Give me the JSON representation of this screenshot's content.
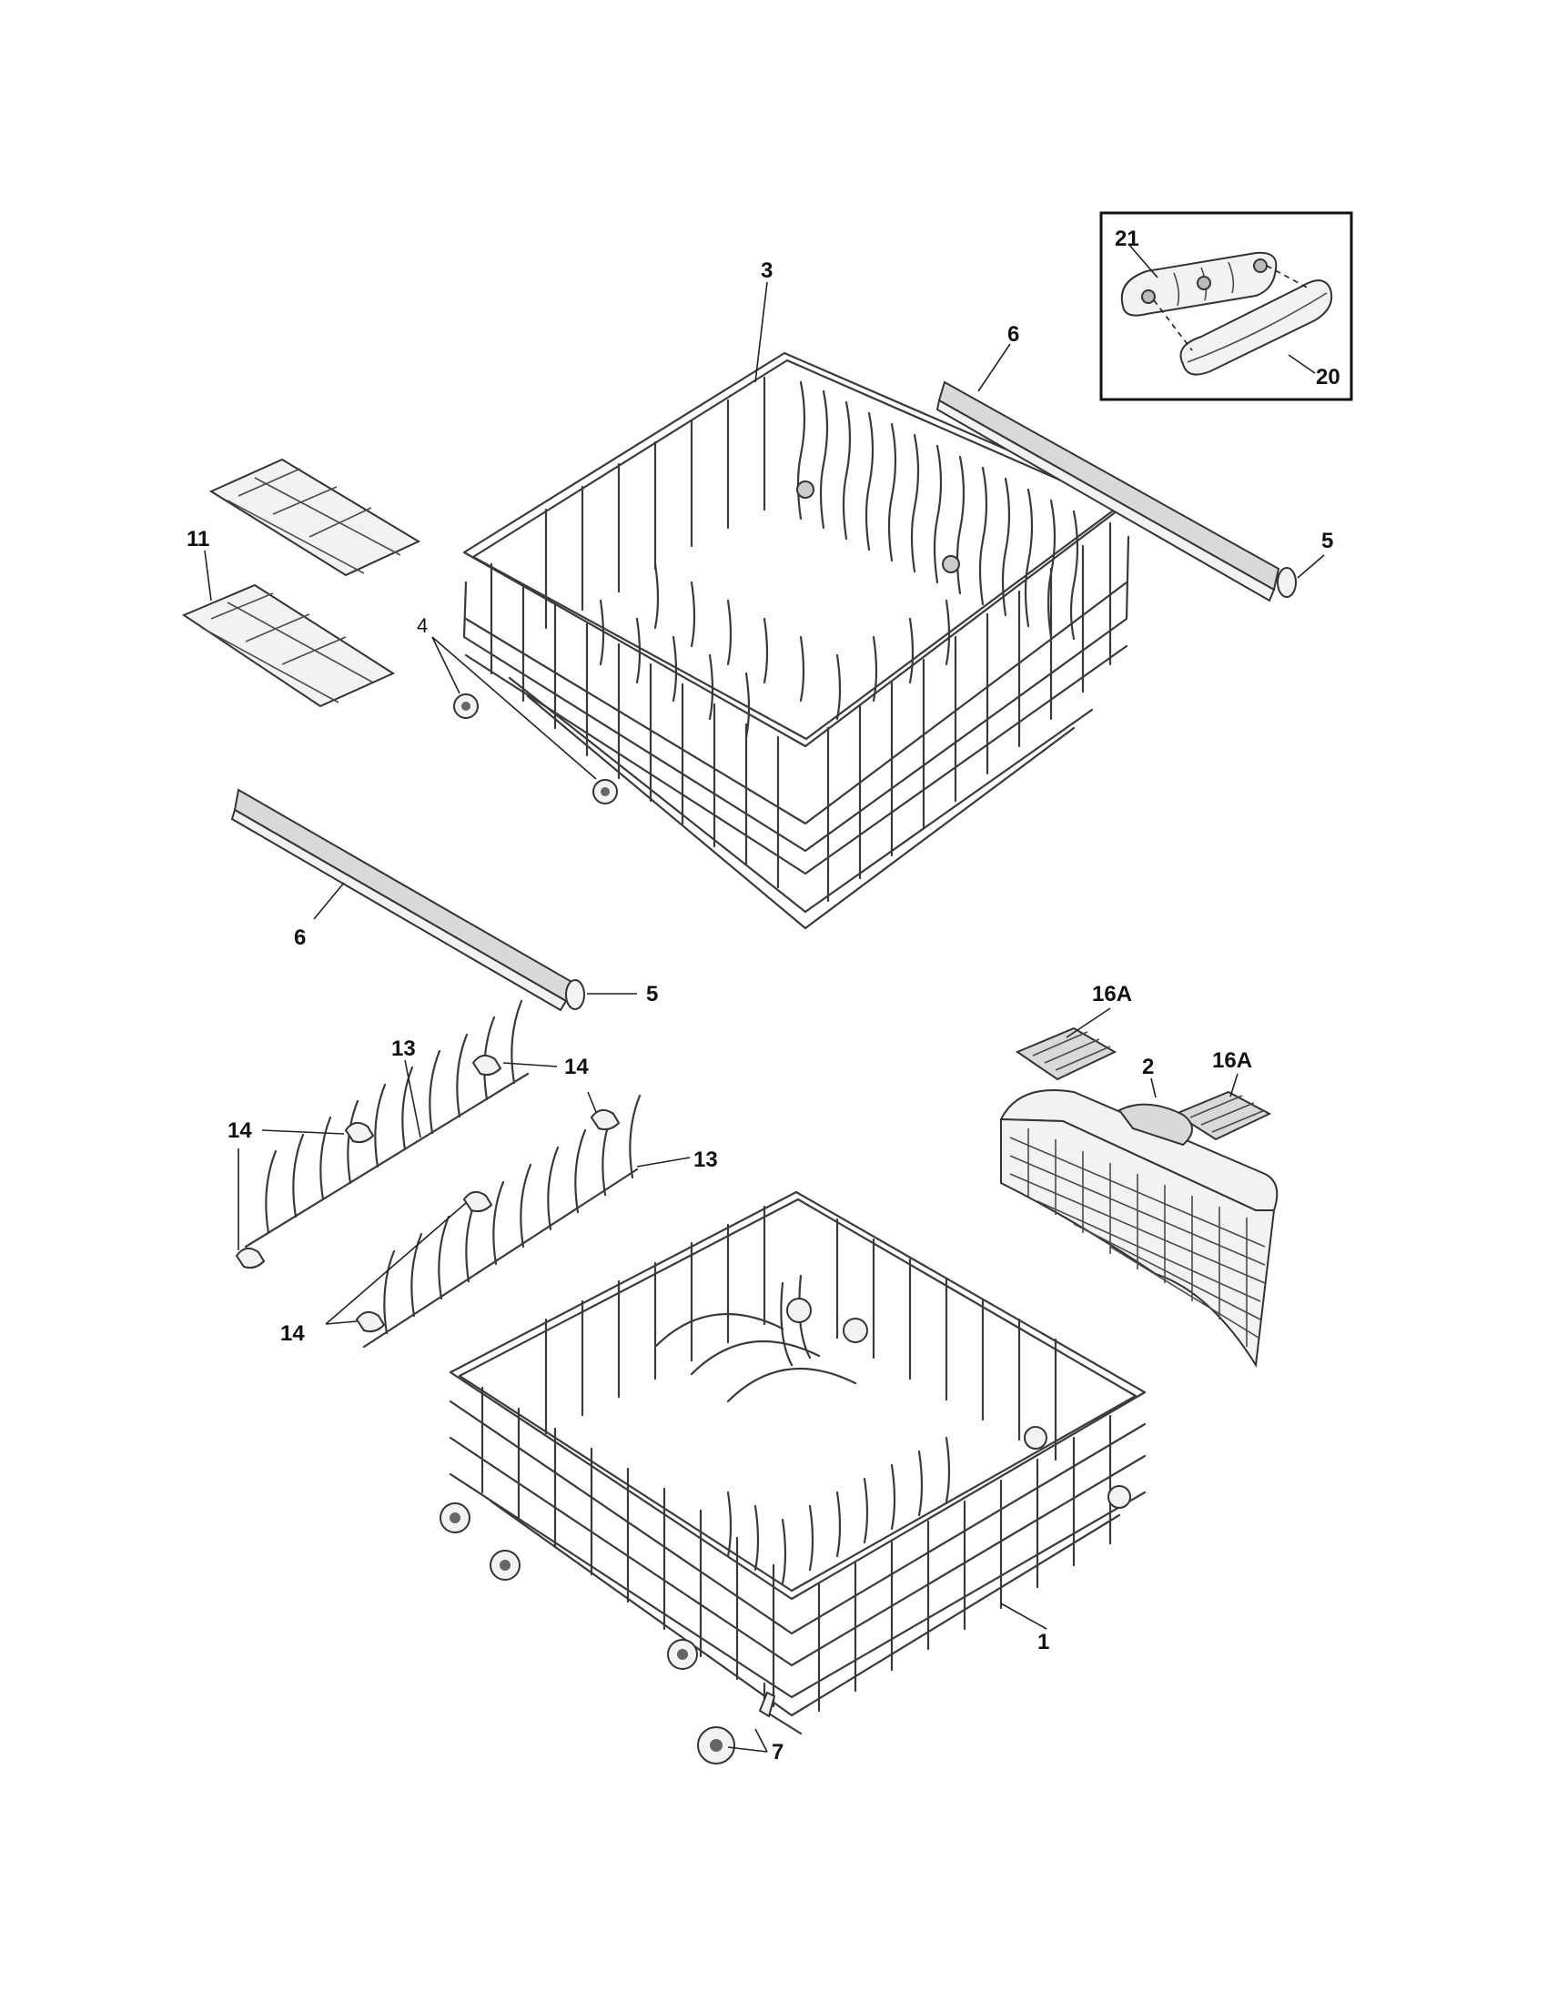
{
  "labels": {
    "upper_rack": "3",
    "track_top": "6",
    "track_bottom": "6",
    "end_cap_top": "5",
    "end_cap_bottom": "5",
    "shelf": "11",
    "roller": "4",
    "handle_base": "21",
    "handle_cover": "20",
    "tine_row_a": "13",
    "tine_row_b": "13",
    "clip_a": "14",
    "clip_b": "14",
    "clip_c": "14",
    "clip_d": "14",
    "basket_lid_a": "16A",
    "basket_lid_b": "16A",
    "basket": "2",
    "lower_rack": "1",
    "wheel": "7"
  },
  "icons": {
    "upper_rack": "wire-rack-icon",
    "lower_rack": "wire-rack-icon",
    "basket": "silverware-basket-icon",
    "handle": "rack-handle-icon"
  },
  "colors": {
    "line": "#333333",
    "fill": "#f2f2f2",
    "shade": "#d9d9d9"
  }
}
